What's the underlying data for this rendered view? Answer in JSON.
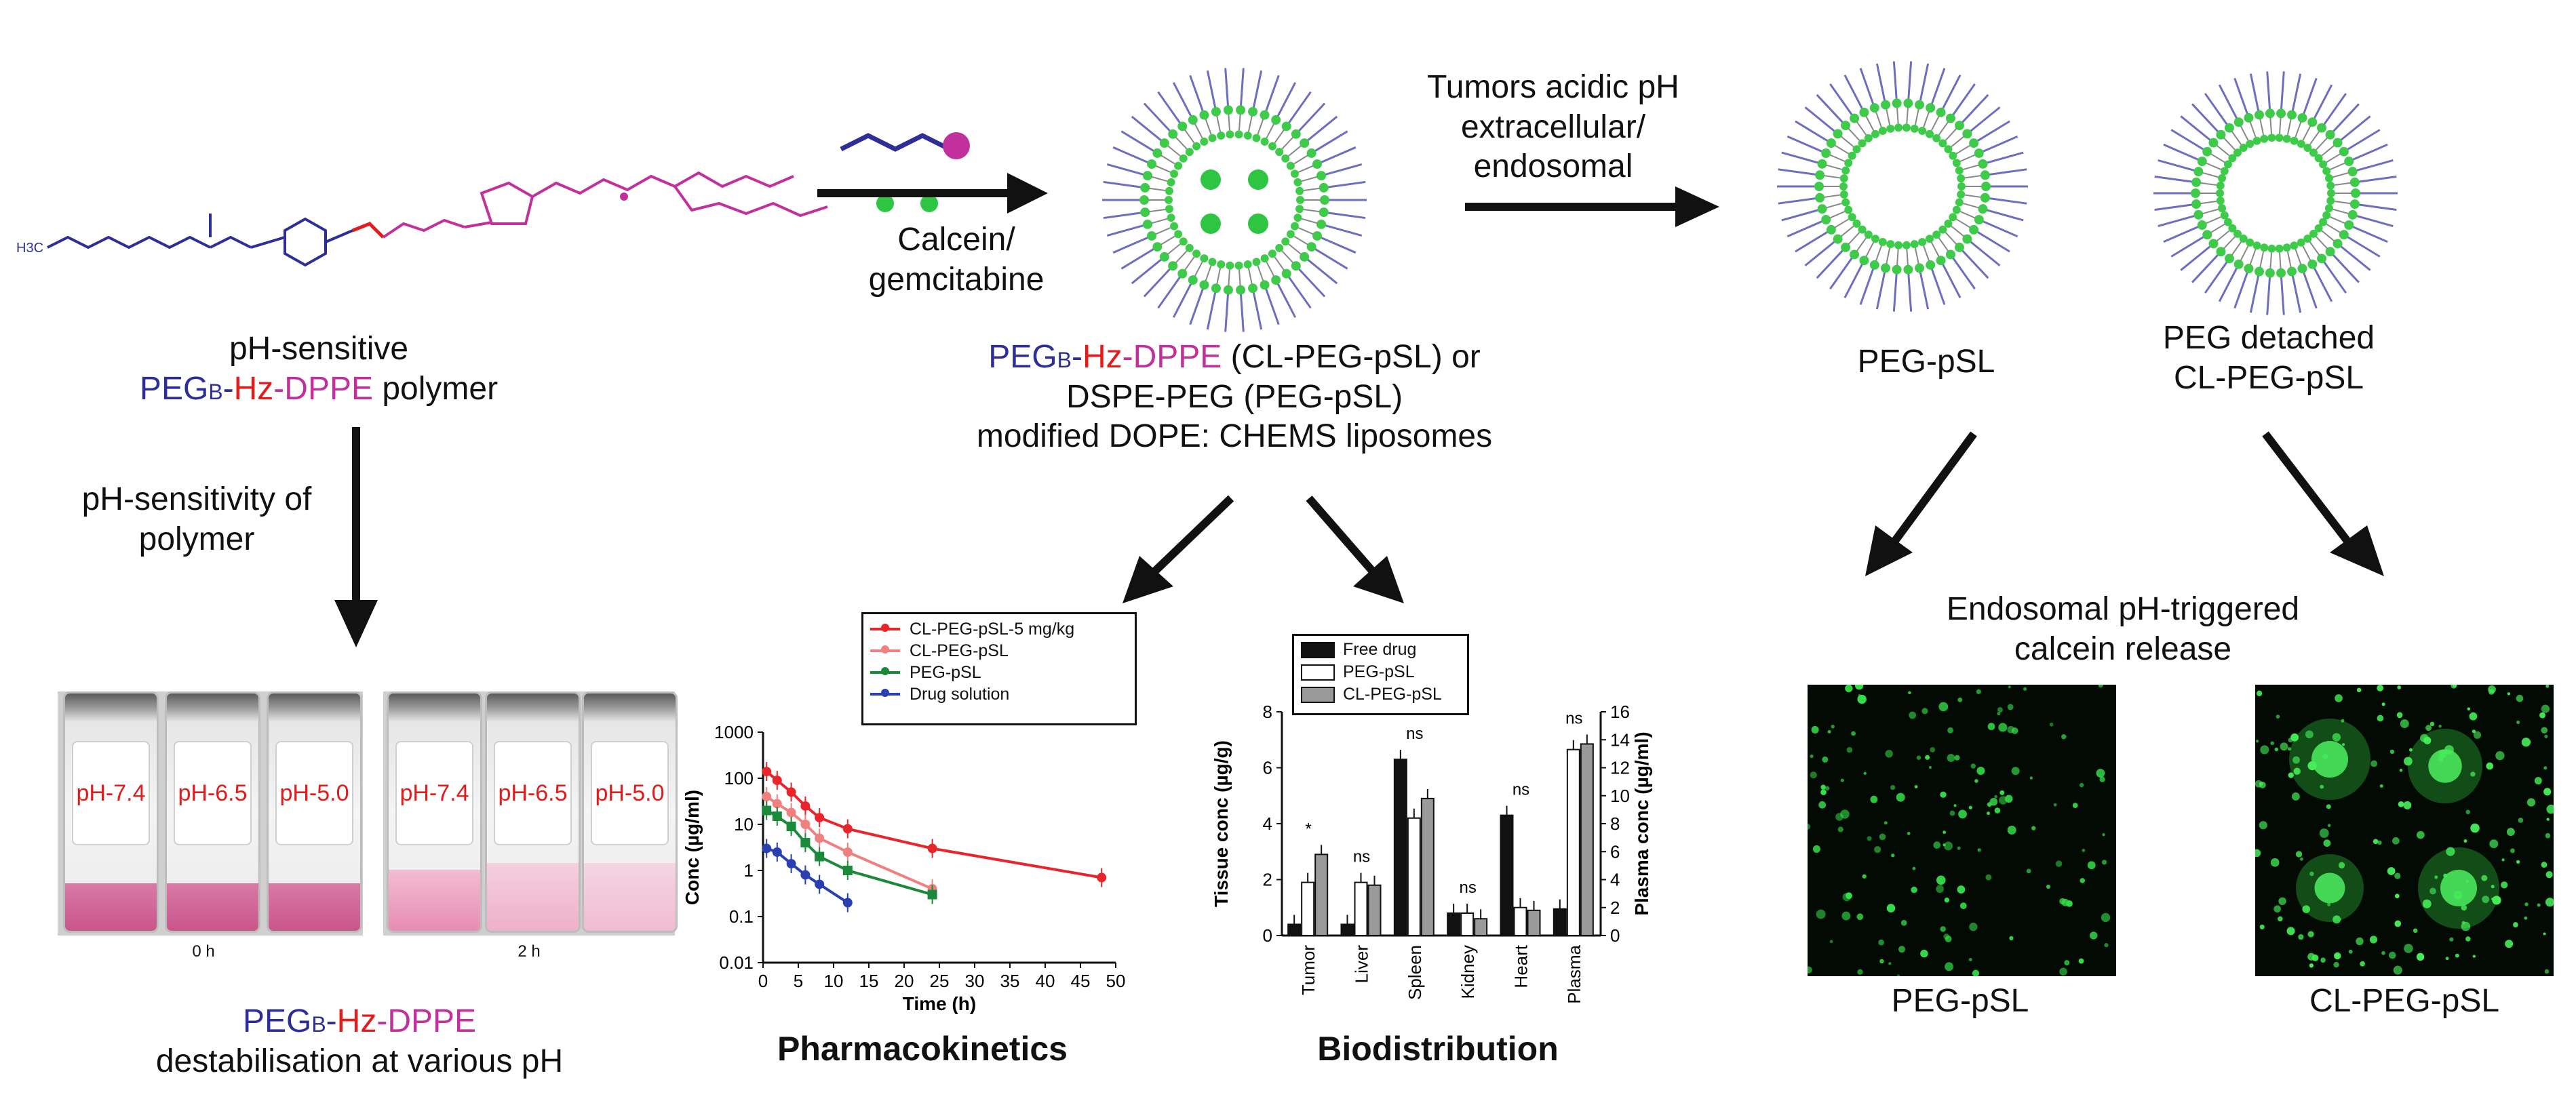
{
  "polymer": {
    "formula_ch3": "H3C",
    "line1": "pH-sensitive",
    "name_a": "PEG",
    "name_sub": "B",
    "name_b": "-",
    "name_c": "Hz",
    "name_d": "-",
    "name_e": "DPPE",
    "name_f": " polymer"
  },
  "loading": {
    "label_line1": "Calcein/",
    "label_line2": "gemcitabine"
  },
  "liposome": {
    "l1_a": "PEG",
    "l1_sub": "B",
    "l1_b": "-",
    "l1_c": "Hz",
    "l1_d": "-",
    "l1_e": "DPPE",
    "l1_f": " (CL-PEG-pSL) or",
    "line2": "DSPE-PEG (PEG-pSL)",
    "line3": "modified DOPE: CHEMS liposomes"
  },
  "tumor": {
    "line1": "Tumors acidic pH",
    "line2": "extracellular/",
    "line3": "endosomal"
  },
  "right": {
    "peg_psl": "PEG-pSL",
    "detached_line1": "PEG detached",
    "detached_line2": "CL-PEG-pSL",
    "release_line1": "Endosomal pH-triggered",
    "release_line2": "calcein release",
    "micro_left": "PEG-pSL",
    "micro_right": "CL-PEG-pSL"
  },
  "sensitivity": {
    "line1": "pH-sensitivity of",
    "line2": "polymer"
  },
  "vials": {
    "labels": [
      "pH-7.4",
      "pH-6.5",
      "pH-5.0"
    ],
    "time_0": "0 h",
    "time_2": "2 h",
    "caption_a": "PEG",
    "caption_sub": "B",
    "caption_b": "-",
    "caption_c": "Hz",
    "caption_d": "-",
    "caption_e": "DPPE",
    "caption_line2": "destabilisation at various pH"
  },
  "pk_title": "Pharmacokinetics",
  "bio_title": "Biodistribution",
  "chart_data": [
    {
      "type": "line",
      "title": "Pharmacokinetics",
      "xlabel": "Time (h)",
      "ylabel": "Conc (µg/ml)",
      "yscale": "log",
      "xlim": [
        0,
        50
      ],
      "ylim": [
        0.01,
        1000
      ],
      "xticks": [
        "0",
        "5",
        "10",
        "15",
        "20",
        "25",
        "30",
        "35",
        "40",
        "45",
        "50"
      ],
      "yticks": [
        "0.01",
        "0.1",
        "1",
        "10",
        "100",
        "1000"
      ],
      "series": [
        {
          "name": "CL-PEG-pSL-5 mg/kg",
          "color": "#e8252a",
          "x": [
            0.5,
            2,
            4,
            6,
            8,
            12,
            24,
            48
          ],
          "y": [
            140,
            90,
            50,
            25,
            14,
            8,
            3,
            0.7
          ]
        },
        {
          "name": "CL-PEG-pSL",
          "color": "#f08080",
          "x": [
            0.5,
            2,
            4,
            6,
            8,
            12,
            24
          ],
          "y": [
            40,
            28,
            18,
            10,
            5,
            2.5,
            0.4
          ]
        },
        {
          "name": "PEG-pSL",
          "color": "#1a8a3a",
          "x": [
            0.5,
            2,
            4,
            6,
            8,
            12,
            24
          ],
          "y": [
            20,
            15,
            9,
            4,
            2,
            1,
            0.3
          ]
        },
        {
          "name": "Drug solution",
          "color": "#2a3fb0",
          "x": [
            0.5,
            2,
            4,
            6,
            8,
            12
          ],
          "y": [
            3,
            2.5,
            1.4,
            0.8,
            0.5,
            0.2
          ]
        }
      ],
      "legend_position": "top"
    },
    {
      "type": "bar",
      "title": "Biodistribution",
      "ylabel": "Tissue conc (µg/g)",
      "y2label": "Plasma conc (µg/ml)",
      "ylim": [
        0,
        8
      ],
      "y2lim": [
        0,
        16
      ],
      "yticks": [
        "0",
        "2",
        "4",
        "6",
        "8"
      ],
      "y2ticks": [
        "0",
        "2",
        "4",
        "6",
        "8",
        "10",
        "12",
        "14",
        "16"
      ],
      "categories": [
        "Tumor",
        "Liver",
        "Spleen",
        "Kidney",
        "Heart",
        "Plasma"
      ],
      "series": [
        {
          "name": "Free drug",
          "pattern": "solid-black",
          "values": [
            0.4,
            0.4,
            6.3,
            0.8,
            4.3,
            1.9
          ],
          "axis": "mixed"
        },
        {
          "name": "PEG-pSL",
          "pattern": "white",
          "values": [
            1.9,
            1.9,
            4.2,
            0.8,
            1.0,
            13.3
          ],
          "axis": "mixed"
        },
        {
          "name": "CL-PEG-pSL",
          "pattern": "grey",
          "values": [
            2.9,
            1.8,
            4.9,
            0.6,
            0.9,
            13.7
          ],
          "axis": "mixed"
        }
      ],
      "annotations": [
        "*",
        "ns",
        "ns",
        "ns",
        "ns",
        "ns"
      ],
      "legend_position": "top-left"
    }
  ]
}
